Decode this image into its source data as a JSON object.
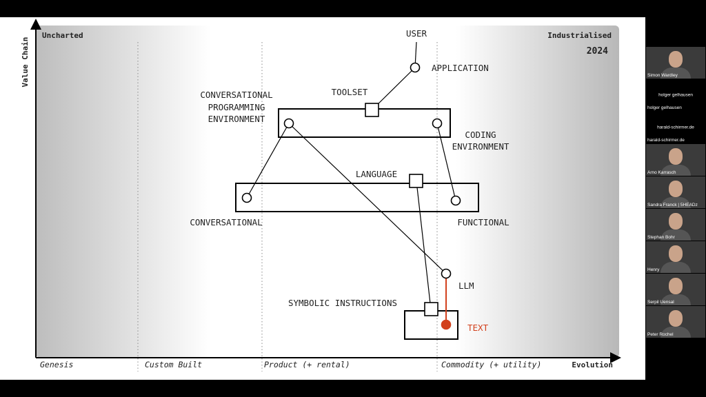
{
  "map": {
    "y_axis": "Value Chain",
    "x_axis": "Evolution",
    "top_left": "Uncharted",
    "top_right": "Industrialised",
    "year": "2024",
    "stages": [
      "Genesis",
      "Custom Built",
      "Product (+ rental)",
      "Commodity (+ utility)"
    ],
    "components": {
      "user": "USER",
      "application": "APPLICATION",
      "toolset": "TOOLSET",
      "conv_env_1": "CONVERSATIONAL",
      "conv_env_2": "PROGRAMMING",
      "conv_env_3": "ENVIRONMENT",
      "coding_env_1": "CODING",
      "coding_env_2": "ENVIRONMENT",
      "language": "LANGUAGE",
      "conversational": "CONVERSATIONAL",
      "functional": "FUNCTIONAL",
      "llm": "LLM",
      "symbolic": "SYMBOLIC INSTRUCTIONS",
      "text": "TEXT"
    },
    "colors": {
      "accent": "#d2401c",
      "ink": "#111111"
    }
  },
  "participants": [
    {
      "name": "Simon Wardley",
      "video": true
    },
    {
      "name": "holger gelhausen",
      "video": false
    },
    {
      "name": "harald-schirmer.de",
      "video": false
    },
    {
      "name": "Arno Karrasch",
      "video": true
    },
    {
      "name": "Sandra Franck | 5HEADz",
      "video": true
    },
    {
      "name": "Stephan Bohr",
      "video": true
    },
    {
      "name": "Henry",
      "video": true
    },
    {
      "name": "Serpil Uensal",
      "video": true
    },
    {
      "name": "Peter Rochel",
      "video": true
    }
  ]
}
